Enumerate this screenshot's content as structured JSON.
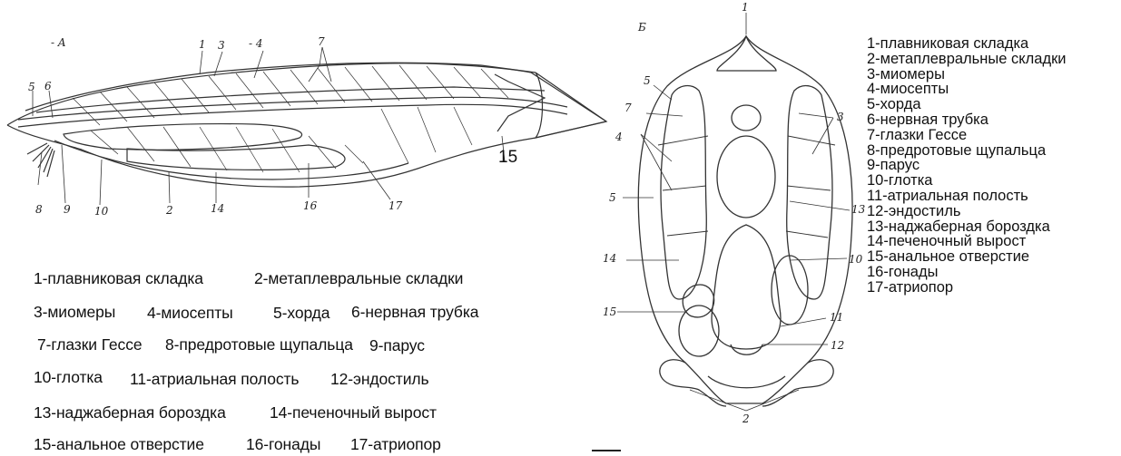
{
  "left_figure": {
    "letter": "- A",
    "labels": {
      "l1": "1",
      "l3": "3",
      "l4": "- 4",
      "l7": "7",
      "l5": "5",
      "l6": "6",
      "l8": "8",
      "l9": "9",
      "l10": "10",
      "l2": "2",
      "l14": "14",
      "l16": "16",
      "l17": "17",
      "l15": "15"
    }
  },
  "left_caption": {
    "line1a": "1-плавниковая складка",
    "line1b": "2-метаплевральные складки",
    "line2a": "3-миомеры",
    "line2b": "4-миосепты",
    "line2c": "5-хорда",
    "line2d": "6-нервная трубка",
    "line3a": "7-глазки Гессе",
    "line3b": "8-предротовые щупальца",
    "line3c": "9-парус",
    "line4a": "10-глотка",
    "line4b": "11-атриальная полость",
    "line4c": "12-эндостиль",
    "line5a": "13-наджаберная бороздка",
    "line5b": "14-печеночный вырост",
    "line6a": "15-анальное отверстие",
    "line6b": "16-гонады",
    "line6c": "17-атриопор"
  },
  "right_figure": {
    "letter": "Б",
    "labels": {
      "r1": "1",
      "r5a": "5",
      "r7": "7",
      "r3": "3",
      "r4": "4",
      "r5b": "5",
      "r13": "13",
      "r10": "10",
      "r14": "14",
      "r15": "15",
      "r11": "11",
      "r12": "12",
      "r2": "2"
    }
  },
  "right_legend": [
    "1-плавниковая складка",
    "2-метаплевральные складки",
    "3-миомеры",
    "4-миосепты",
    "5-хорда",
    "6-нервная трубка",
    "7-глазки Гессе",
    "8-предротовые щупальца",
    "9-парус",
    "10-глотка",
    "11-атриальная полость",
    "12-эндостиль",
    "13-наджаберная бороздка",
    "14-печеночный вырост",
    "15-анальное отверстие",
    "16-гонады",
    "17-атриопор"
  ]
}
